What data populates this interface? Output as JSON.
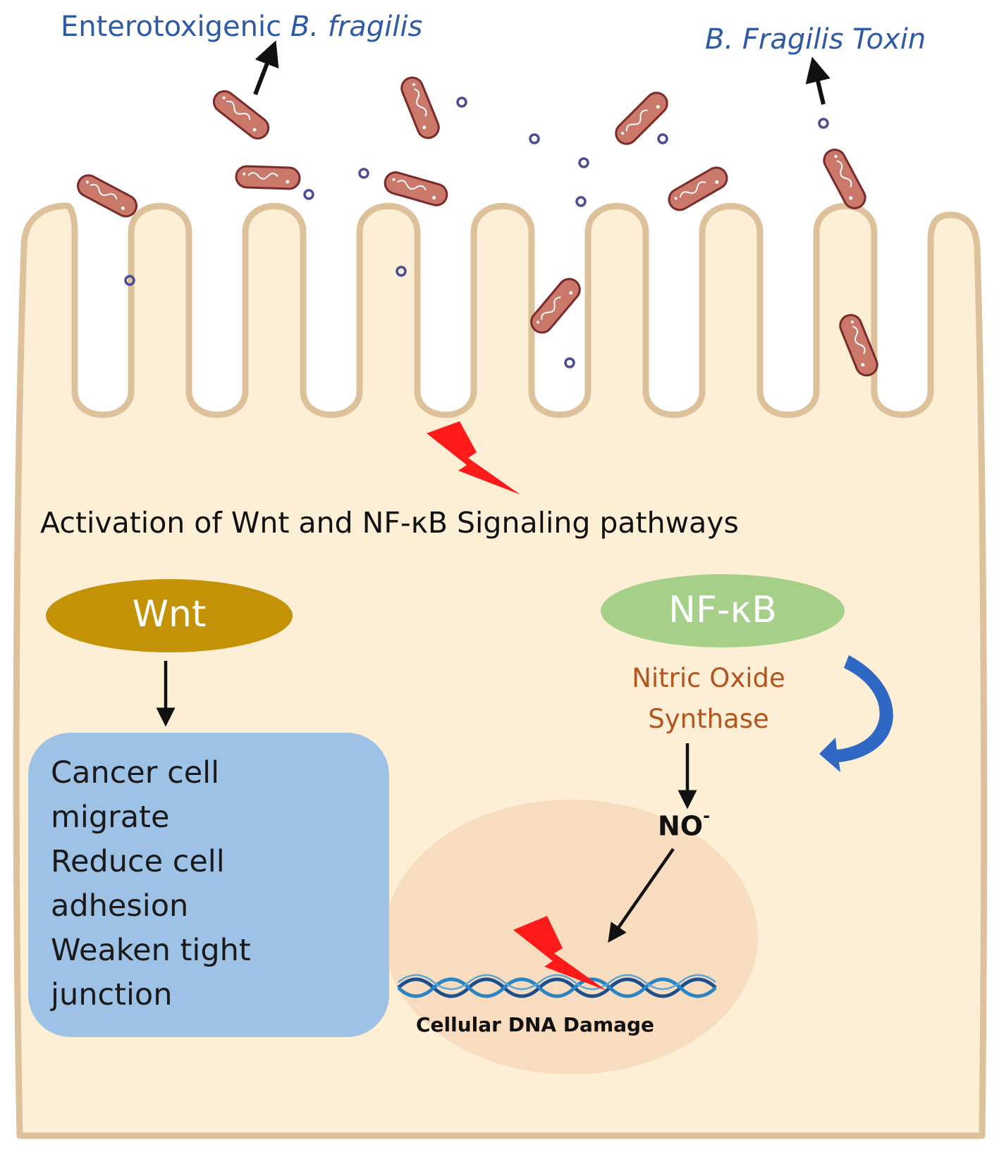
{
  "labels": {
    "etbf_prefix": "Enterotoxigenic ",
    "etbf_species": "B. fragilis",
    "toxin": "B. Fragilis Toxin",
    "activation": "Activation of Wnt and NF-κB Signaling pathways",
    "wnt": "Wnt",
    "nfkb": "NF-κB",
    "enzyme_line1": "Nitric Oxide",
    "enzyme_line2": "Synthase",
    "no_base": "NO",
    "no_charge": "-",
    "dna_damage": "Cellular DNA Damage"
  },
  "wnt_effects": [
    "Cancer cell",
    "migrate",
    "Reduce cell",
    "adhesion",
    "Weaken tight",
    "junction"
  ],
  "colors": {
    "cell_fill": "#fcefd6",
    "cell_border": "#dcc19a",
    "bacterium_fill": "#c9786a",
    "bacterium_border": "#7a2a2a",
    "toxin_dot": "#4b4c96",
    "wnt_oval": "#c39207",
    "nfkb_oval": "#a6d08a",
    "effects_box": "#9dc2e6",
    "nucleus": "#f7dcc0",
    "lightning": "#ff1a1a",
    "curved_arrow": "#2e67c4",
    "label_blue": "#2f5aa4",
    "enzyme_text": "#b2551f"
  }
}
